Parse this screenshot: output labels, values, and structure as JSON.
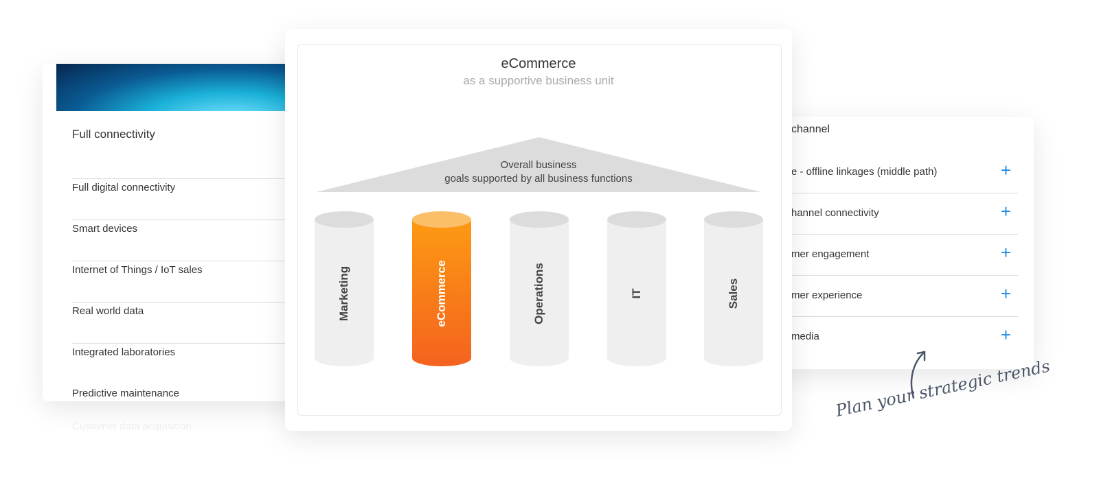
{
  "left_card": {
    "title": "Full connectivity",
    "items": [
      "Full digital connectivity",
      "Smart devices",
      "Internet of Things / IoT sales",
      "Real world data",
      "Integrated laboratories",
      "Predictive maintenance"
    ],
    "faded_item": "Customer data acquisition"
  },
  "right_card": {
    "title": "channel",
    "items": [
      "e - offline linkages (middle path)",
      "hannel connectivity",
      "mer engagement",
      "mer experience",
      "media"
    ],
    "add_icon": "+",
    "accent": "#1e88e5"
  },
  "diagram": {
    "title": "eCommerce",
    "subtitle": "as a supportive business unit",
    "roof_line1": "Overall business",
    "roof_line2": "goals supported by all business functions",
    "pillars": [
      "Marketing",
      "eCommerce",
      "Operations",
      "IT",
      "Sales"
    ],
    "highlight": "eCommerce",
    "highlight_color": "#f7741f"
  },
  "annotation": "Plan your strategic trends"
}
